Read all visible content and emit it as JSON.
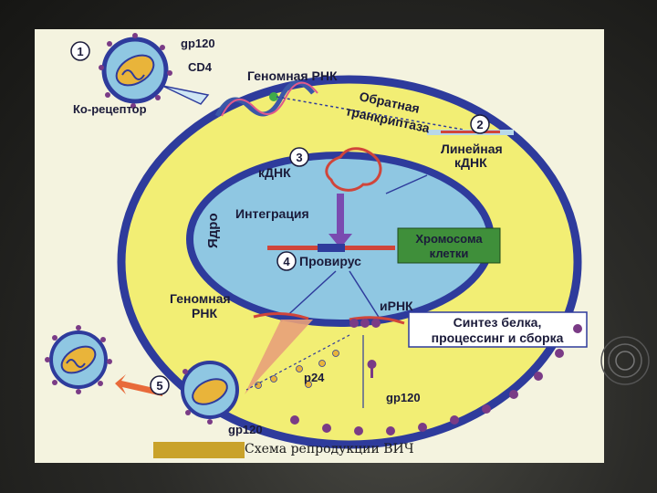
{
  "diagram": {
    "steps": [
      "1",
      "2",
      "3",
      "4",
      "5"
    ],
    "labels": {
      "gp120_top": "gp120",
      "cd4": "CD4",
      "coreceptor": "Ко-рецептор",
      "genomic_rna_top": "Геномная РНК",
      "reverse_transcriptase_1": "Обратная",
      "reverse_transcriptase_2": "транкриптаза",
      "linear_cdna_1": "Линейная",
      "linear_cdna_2": "кДНК",
      "cdna": "кДНК",
      "nucleus": "Ядро",
      "integration": "Интеграция",
      "chromosome_1": "Хромосома",
      "chromosome_2": "клетки",
      "provirus": "Провирус",
      "genomic_rna_1": "Геномная",
      "genomic_rna_2": "РНК",
      "mrna": "иРНК",
      "synthesis_1": "Синтез белка,",
      "synthesis_2": "процессинг и сборка",
      "p24": "p24",
      "gp120_mid": "gp120",
      "gp120_bottom": "gp120"
    },
    "caption": "Схема репродукции ВИЧ"
  },
  "colors": {
    "cell": "#f2ee74",
    "cell_border": "#2e3b9c",
    "nucleus": "#8fc7e2",
    "chromosome_box": "#3f8f3a",
    "caption_bar": "#c9a22a",
    "virus_core": "#e9b43a",
    "spike": "#7a3b86"
  }
}
